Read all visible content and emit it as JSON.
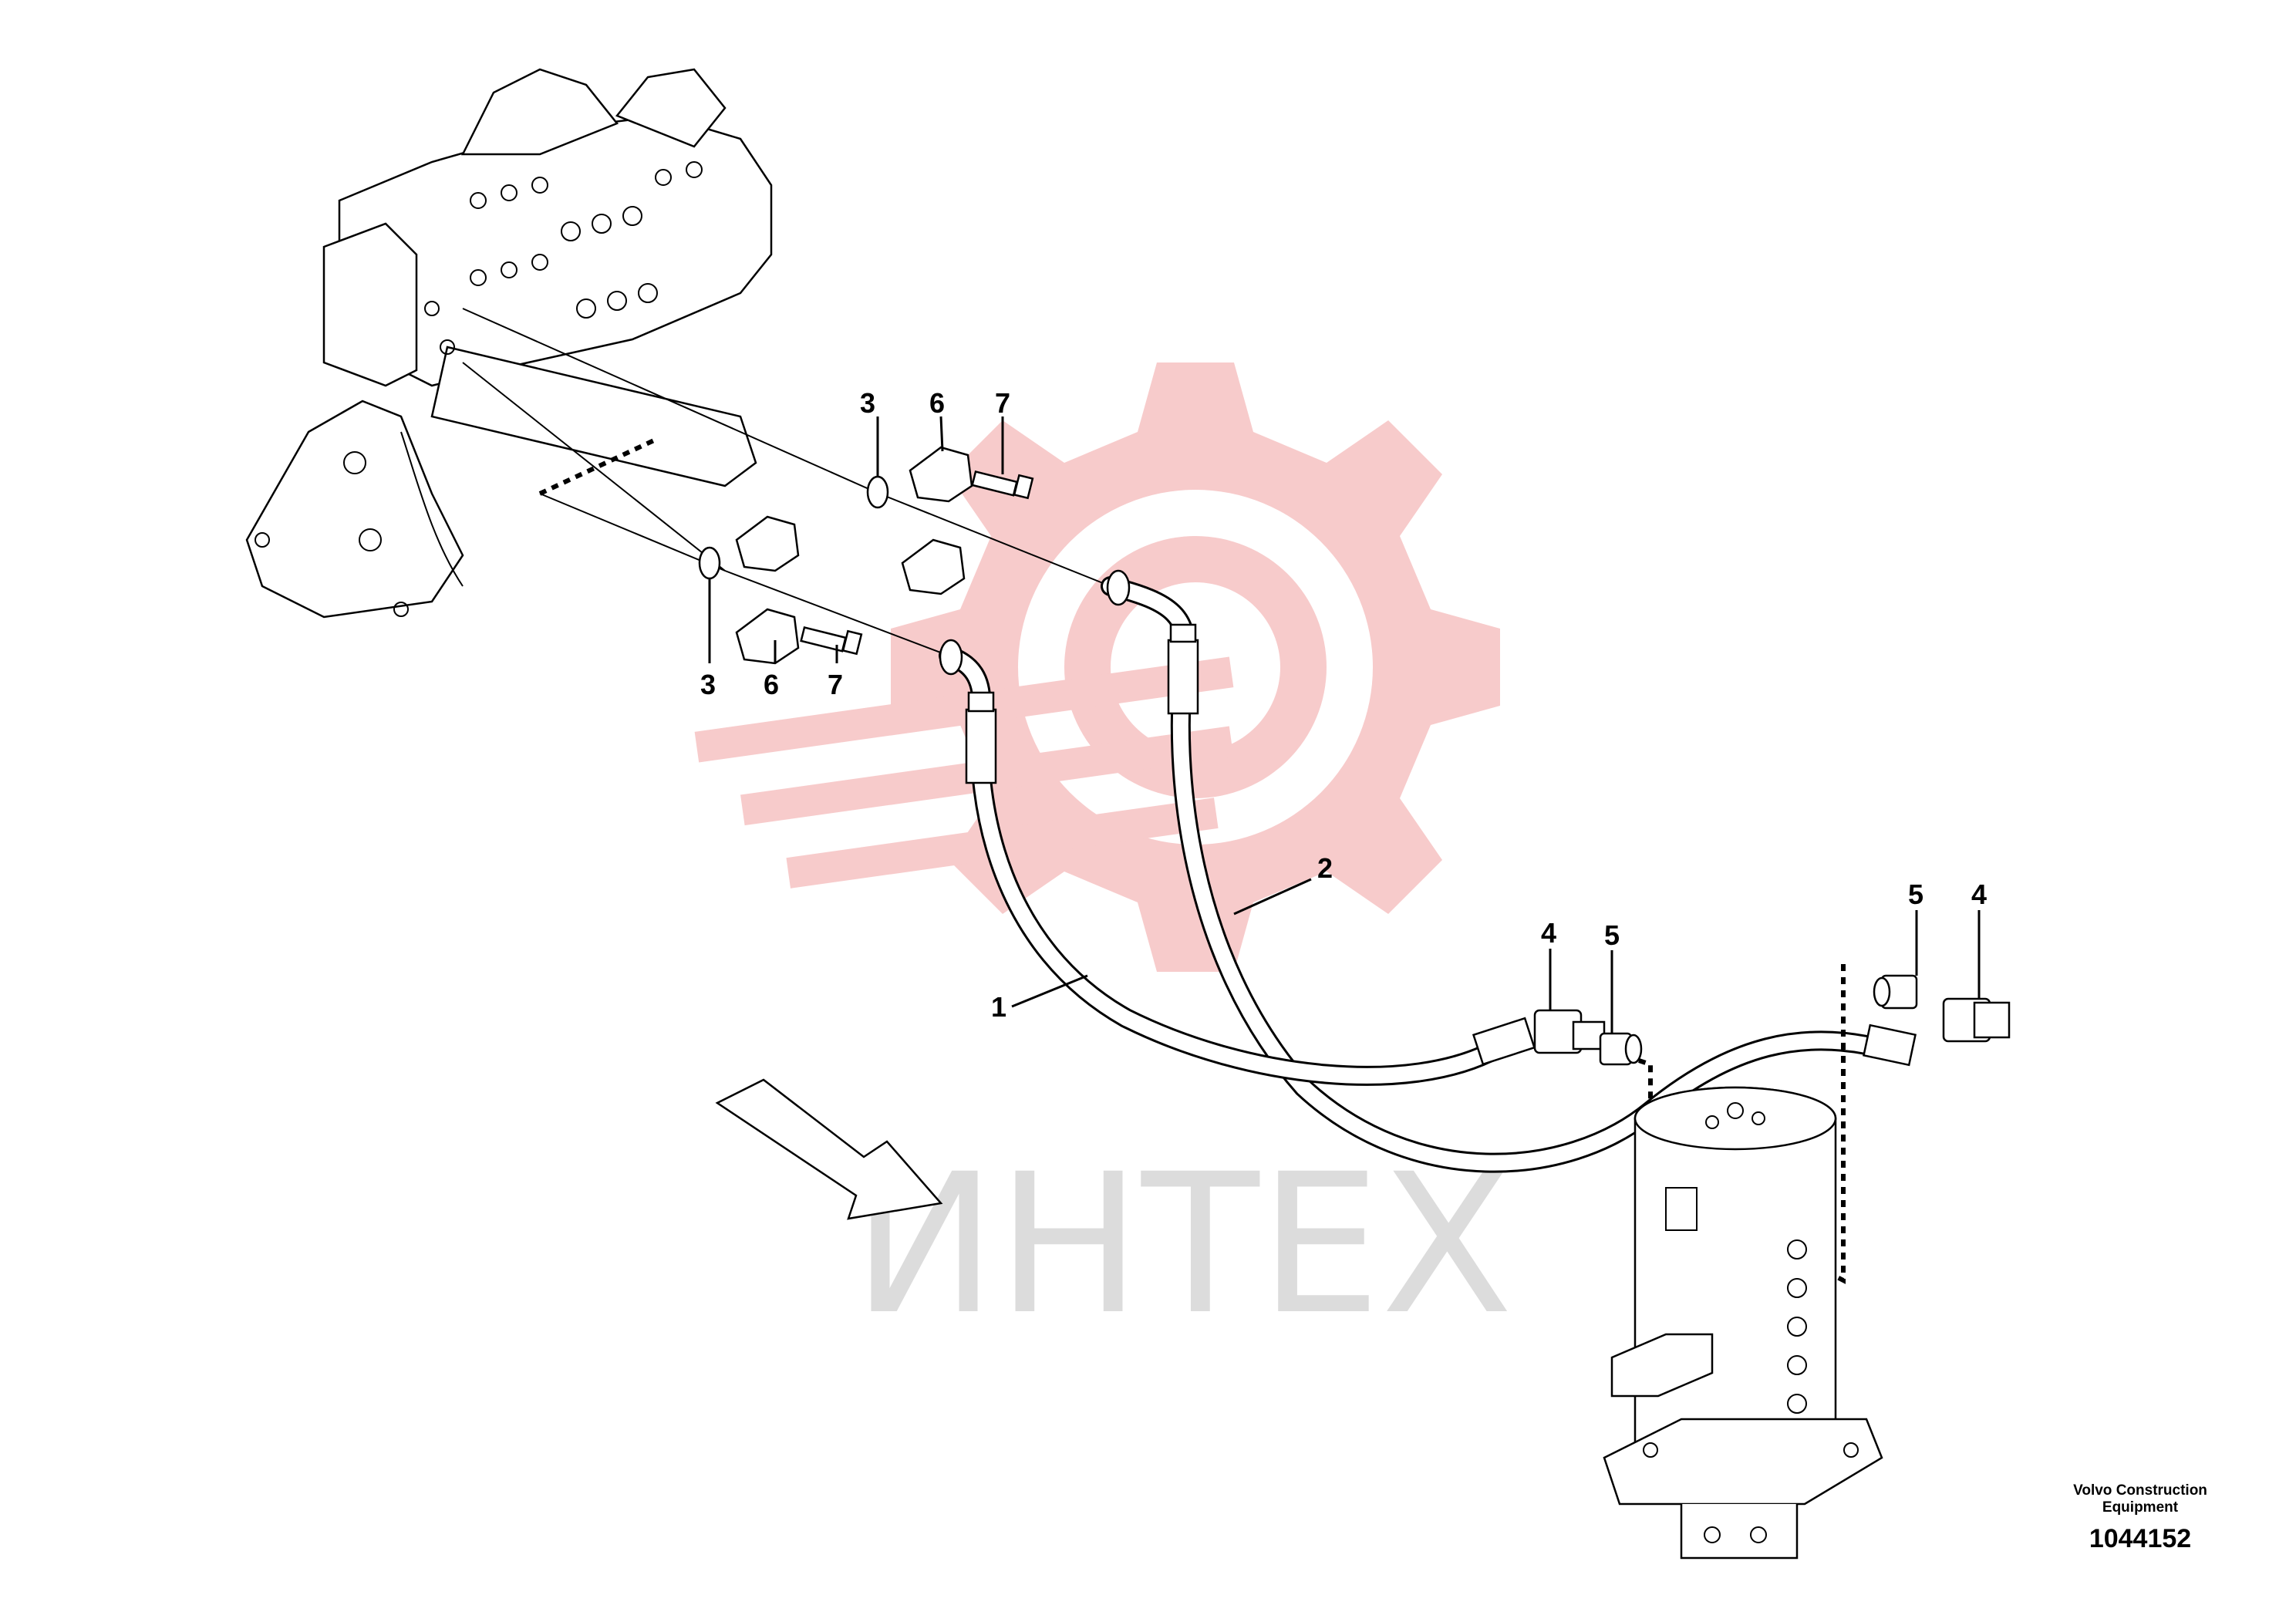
{
  "watermark": {
    "text": "ИНТЕХ",
    "gear_color": "#f7c6c6",
    "text_color": "#dcdcdc"
  },
  "callouts": [
    {
      "id": "c3-top",
      "label": "3"
    },
    {
      "id": "c6-top",
      "label": "6"
    },
    {
      "id": "c7-top",
      "label": "7"
    },
    {
      "id": "c3-bottom",
      "label": "3"
    },
    {
      "id": "c6-bottom",
      "label": "6"
    },
    {
      "id": "c7-bottom",
      "label": "7"
    },
    {
      "id": "c1",
      "label": "1"
    },
    {
      "id": "c2",
      "label": "2"
    },
    {
      "id": "c4-left",
      "label": "4"
    },
    {
      "id": "c5-left",
      "label": "5"
    },
    {
      "id": "c5-right",
      "label": "5"
    },
    {
      "id": "c4-right",
      "label": "4"
    }
  ],
  "brand": {
    "line1": "Volvo Construction",
    "line2": "Equipment"
  },
  "document_number": "1044152"
}
